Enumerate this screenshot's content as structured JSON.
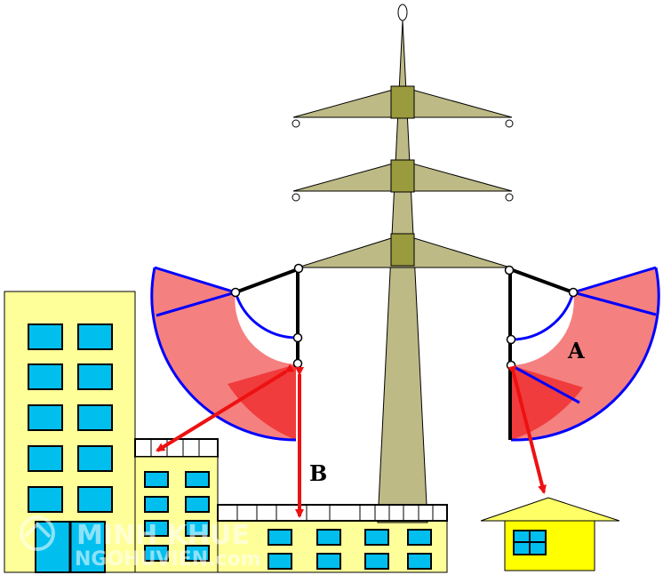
{
  "labels": {
    "a": "A",
    "b": "B"
  },
  "watermark": {
    "brand": "MINH KHUE",
    "site": "NGOHUVIEN.com"
  },
  "colors": {
    "tower": "#bdba86",
    "tower_dark": "#9a9a3e",
    "zone_fill": "#f58080",
    "zone_outline": "#0000ff",
    "zone_core": "#f03c3c",
    "clearance_arrow": "#ee1111",
    "building": "#ffff99",
    "house": "#ffff00",
    "window": "#00bfef",
    "roof": "#ffff66"
  }
}
